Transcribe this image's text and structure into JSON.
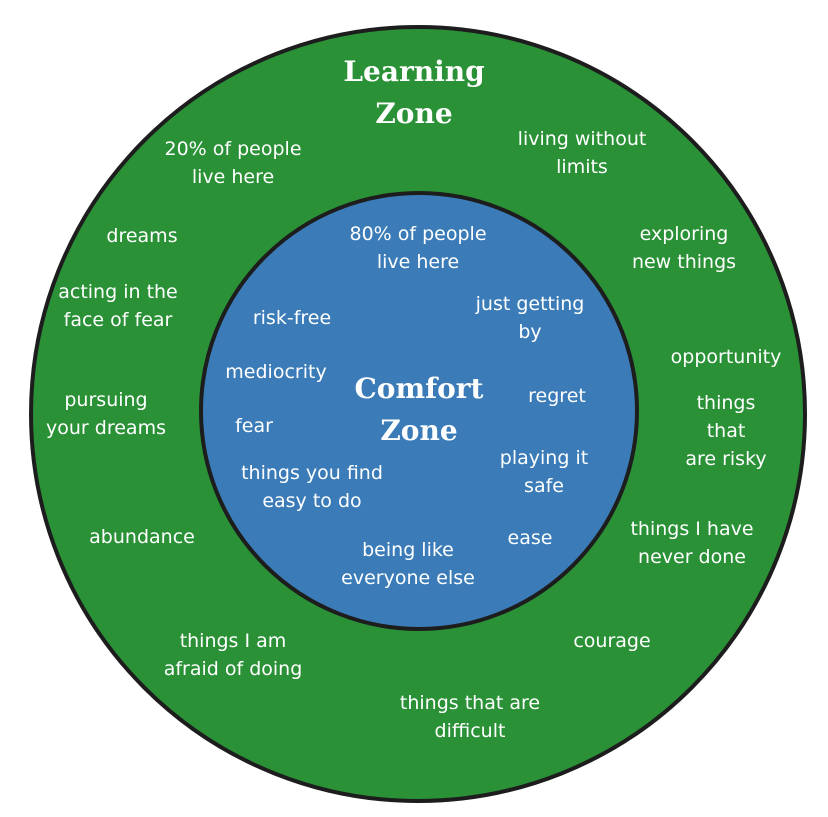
{
  "colors": {
    "learning_zone": "#2a9137",
    "comfort_zone": "#3b7cb8",
    "border": "#1d1d1d",
    "text": "#ffffff"
  },
  "learning_zone": {
    "title": "Learning\nZone",
    "items": [
      "20% of people\nlive here",
      "living without\nlimits",
      "dreams",
      "exploring\nnew things",
      "acting in the\nface of fear",
      "opportunity",
      "pursuing\nyour dreams",
      "things that\nare risky",
      "abundance",
      "things I have\nnever done",
      "things I am\nafraid of doing",
      "courage",
      "things that are\ndifficult"
    ]
  },
  "comfort_zone": {
    "title": "Comfort\nZone",
    "items": [
      "80% of people\nlive here",
      "just getting\nby",
      "risk-free",
      "mediocrity",
      "regret",
      "fear",
      "playing it\nsafe",
      "things you find\neasy to do",
      "ease",
      "being like\neveryone else"
    ]
  }
}
